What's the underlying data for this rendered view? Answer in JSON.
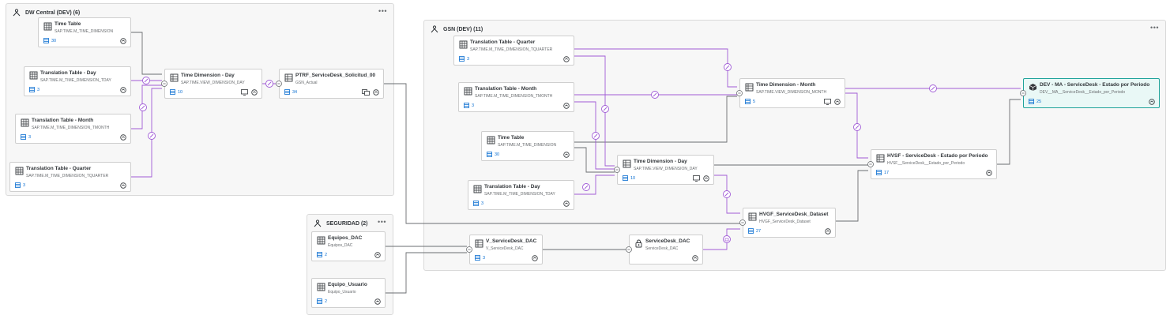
{
  "spaces": [
    {
      "id": "dw",
      "title": "DW Central (DEV) (6)",
      "menu": "•••"
    },
    {
      "id": "gsn",
      "title": "GSN (DEV) (11)",
      "menu": "•••"
    },
    {
      "id": "seg",
      "title": "SEGURIDAD (2)",
      "menu": "•••"
    }
  ],
  "nodes": [
    {
      "id": "dw_tt",
      "title": "Time Table",
      "tech": "SAP.TIME.M_TIME_DIMENSION",
      "count": "30",
      "icon": "table-icon"
    },
    {
      "id": "dw_ttd",
      "title": "Translation Table - Day",
      "tech": "SAP.TIME.M_TIME_DIMENSION_TDAY",
      "count": "3",
      "icon": "table-icon"
    },
    {
      "id": "dw_ttm",
      "title": "Translation Table - Month",
      "tech": "SAP.TIME.M_TIME_DIMENSION_TMONTH",
      "count": "3",
      "icon": "table-icon"
    },
    {
      "id": "dw_ttq",
      "title": "Translation Table - Quarter",
      "tech": "SAP.TIME.M_TIME_DIMENSION_TQUARTER",
      "count": "3",
      "icon": "table-icon"
    },
    {
      "id": "dw_tdd",
      "title": "Time Dimension - Day",
      "tech": "SAP.TIME.VIEW_DIMENSION_DAY",
      "count": "10",
      "icon": "view-icon"
    },
    {
      "id": "dw_ptrf",
      "title": "PTRF_ServiceDesk_Solicitud_00",
      "tech": "GSN_Actual",
      "count": "34",
      "icon": "view-icon"
    },
    {
      "id": "g_ttq",
      "title": "Translation Table - Quarter",
      "tech": "SAP.TIME.M_TIME_DIMENSION_TQUARTER",
      "count": "3",
      "icon": "table-icon"
    },
    {
      "id": "g_ttm",
      "title": "Translation Table - Month",
      "tech": "SAP.TIME.M_TIME_DIMENSION_TMONTH",
      "count": "3",
      "icon": "table-icon"
    },
    {
      "id": "g_tt",
      "title": "Time Table",
      "tech": "SAP.TIME.M_TIME_DIMENSION",
      "count": "30",
      "icon": "table-icon"
    },
    {
      "id": "g_ttd",
      "title": "Translation Table - Day",
      "tech": "SAP.TIME.M_TIME_DIMENSION_TDAY",
      "count": "3",
      "icon": "table-icon"
    },
    {
      "id": "g_tdm",
      "title": "Time Dimension - Month",
      "tech": "SAP.TIME.VIEW_DIMENSION_MONTH",
      "count": "5",
      "icon": "view-icon"
    },
    {
      "id": "g_tdd",
      "title": "Time Dimension - Day",
      "tech": "SAP.TIME.VIEW_DIMENSION_DAY",
      "count": "10",
      "icon": "view-icon"
    },
    {
      "id": "g_hvsf",
      "title": "HVSF - ServiceDesk - Estado por Periodo",
      "tech": "HVSF__ServiceDesk__Estado_por_Periodo",
      "count": "17",
      "icon": "view-icon"
    },
    {
      "id": "g_hvgf",
      "title": "HVGF_ServiceDesk_Dataset",
      "tech": "HVGF_ServiceDesk_Dataset",
      "count": "27",
      "icon": "view-icon"
    },
    {
      "id": "g_dev",
      "title": "DEV - MA - ServiceDesk - Estado por Periodo",
      "tech": "DEV__MA__ServiceDesk__Estado_por_Periodo",
      "count": "25",
      "icon": "cube-icon"
    },
    {
      "id": "g_vsd",
      "title": "V_ServiceDesk_DAC",
      "tech": "V_ServiceDesk_DAC",
      "count": "3",
      "icon": "view-icon"
    },
    {
      "id": "g_sdd",
      "title": "ServiceDesk_DAC",
      "tech": "ServiceDesk_DAC",
      "count": "",
      "icon": "dac-icon"
    },
    {
      "id": "s_eq",
      "title": "Equipos_DAC",
      "tech": "Equipos_DAC",
      "count": "2",
      "icon": "table-icon"
    },
    {
      "id": "s_eu",
      "title": "Equipo_Usuario",
      "tech": "Equipo_Usuario",
      "count": "2",
      "icon": "table-icon"
    }
  ],
  "colors": {
    "association_line": "#a05bd6",
    "flow_line": "#6a6d70",
    "accent": "#0a6ed1",
    "highlight_border": "#1fa39a",
    "highlight_bg": "#e9f8f6"
  }
}
